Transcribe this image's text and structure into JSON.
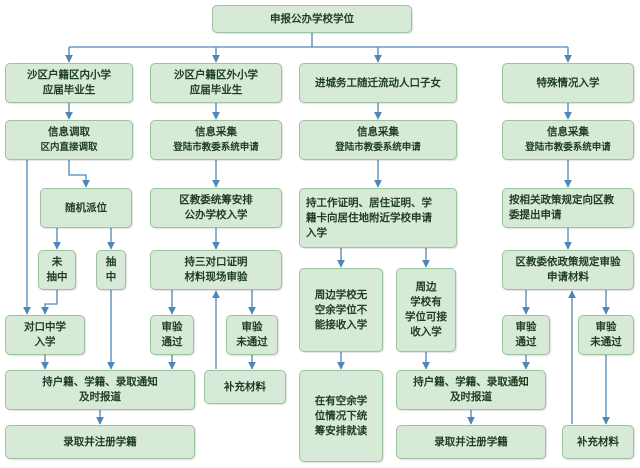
{
  "colors": {
    "box_fill": "#d7ead8",
    "box_border": "#9cc2a0",
    "text": "#1f3d24",
    "arrow": "#4f86b8"
  },
  "nodes": {
    "root": {
      "lines": [
        "申报公办学校学位"
      ]
    },
    "c1_title": {
      "lines": [
        "沙区户籍区内小学",
        "应届毕业生"
      ]
    },
    "c1_info": {
      "lines": [
        "信息调取",
        "区内直接调取"
      ]
    },
    "c1_random": {
      "lines": [
        "随机派位"
      ]
    },
    "c1_unselected": {
      "lines": [
        "未",
        "抽中"
      ]
    },
    "c1_selected": {
      "lines": [
        "抽",
        "中"
      ]
    },
    "c1_school": {
      "lines": [
        "对口中学",
        "入学"
      ]
    },
    "c2_title": {
      "lines": [
        "沙区户籍区外小学",
        "应届毕业生"
      ]
    },
    "c2_info": {
      "lines": [
        "信息采集",
        "登陆市教委系统申请"
      ]
    },
    "c2_arrange": {
      "lines": [
        "区教委统筹安排",
        "公办学校入学"
      ]
    },
    "c2_verify": {
      "lines": [
        "持三对口证明",
        "材料现场审验"
      ]
    },
    "c2_pass": {
      "lines": [
        "审验",
        "通过"
      ]
    },
    "c2_fail": {
      "lines": [
        "审验",
        "未通过"
      ]
    },
    "c2_supplement": {
      "lines": [
        "补充材料"
      ]
    },
    "c3_title": {
      "lines": [
        "进城务工随迁流动人口子女"
      ]
    },
    "c3_info": {
      "lines": [
        "信息采集",
        "登陆市教委系统申请"
      ]
    },
    "c3_apply": {
      "lines": [
        "持工作证明、居住证明、学",
        "籍卡向居住地附近学校申请",
        "入学"
      ]
    },
    "c3_nospace": {
      "lines": [
        "周边学校无",
        "空余学位不",
        "能接收入学"
      ]
    },
    "c3_space": {
      "lines": [
        "周边",
        "学校有",
        "学位可接",
        "收入学"
      ]
    },
    "c3_coord": {
      "lines": [
        "在有空余学",
        "位情况下统",
        "筹安排就读"
      ]
    },
    "c4_title": {
      "lines": [
        "特殊情况入学"
      ]
    },
    "c4_info": {
      "lines": [
        "信息采集",
        "登陆市教委系统申请"
      ]
    },
    "c4_submit": {
      "lines": [
        "按相关政策规定向区教",
        "委提出申请"
      ]
    },
    "c4_review": {
      "lines": [
        "区教委依政策规定审验",
        "申请材料"
      ]
    },
    "c4_pass": {
      "lines": [
        "审验",
        "通过"
      ]
    },
    "c4_fail": {
      "lines": [
        "审验",
        "未通过"
      ]
    },
    "c4_supplement": {
      "lines": [
        "补充材料"
      ]
    },
    "report_left": {
      "lines": [
        "持户籍、学籍、录取通知",
        "及时报道"
      ]
    },
    "enroll_left": {
      "lines": [
        "录取并注册学籍"
      ]
    },
    "report_right": {
      "lines": [
        "持户籍、学籍、录取通知",
        "及时报道"
      ]
    },
    "enroll_right": {
      "lines": [
        "录取并注册学籍"
      ]
    }
  }
}
